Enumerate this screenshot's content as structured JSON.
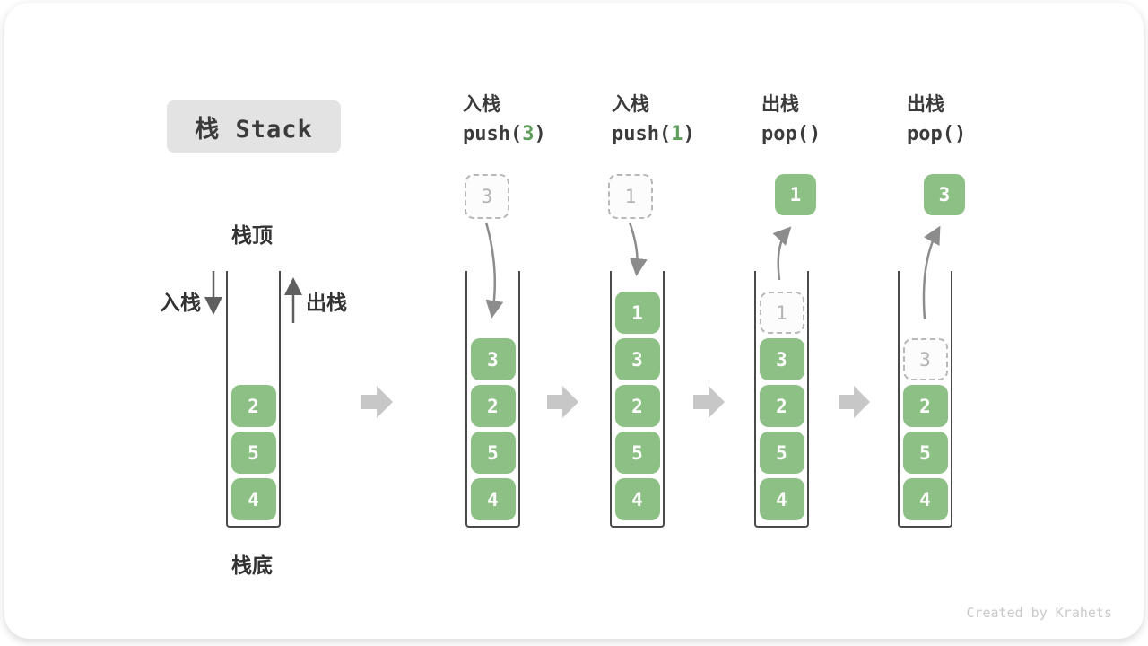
{
  "title": "栈 Stack",
  "labels": {
    "stack_top": "栈顶",
    "stack_bottom": "栈底",
    "push_side": "入栈",
    "pop_side": "出栈"
  },
  "operations": [
    {
      "name": "入栈",
      "pre": "push(",
      "arg": "3",
      "post": ")"
    },
    {
      "name": "入栈",
      "pre": "push(",
      "arg": "1",
      "post": ")"
    },
    {
      "name": "出栈",
      "pre": "pop(",
      "arg": "",
      "post": ")"
    },
    {
      "name": "出栈",
      "pre": "pop(",
      "arg": "",
      "post": ")"
    }
  ],
  "floating_values": [
    {
      "value": "3",
      "style": "ghost"
    },
    {
      "value": "1",
      "style": "ghost"
    },
    {
      "value": "1",
      "style": "solid"
    },
    {
      "value": "3",
      "style": "solid"
    }
  ],
  "stacks": [
    {
      "cells": [
        "2",
        "5",
        "4"
      ]
    },
    {
      "cells": [
        "3",
        "2",
        "5",
        "4"
      ]
    },
    {
      "cells": [
        "1",
        "3",
        "2",
        "5",
        "4"
      ]
    },
    {
      "ghost": "1",
      "cells": [
        "3",
        "2",
        "5",
        "4"
      ]
    },
    {
      "ghost": "3",
      "cells": [
        "2",
        "5",
        "4"
      ]
    }
  ],
  "watermark": "Created by Krahets",
  "colors": {
    "green": "#8cc084",
    "green_text": "#5f9e5c",
    "dark_text": "#3b3b3b",
    "ghost_gray": "#b3b3b3",
    "curve_gray": "#8c8c8c",
    "arrow_gray": "#c7c7c7",
    "wall_gray": "#4a4a4a"
  }
}
